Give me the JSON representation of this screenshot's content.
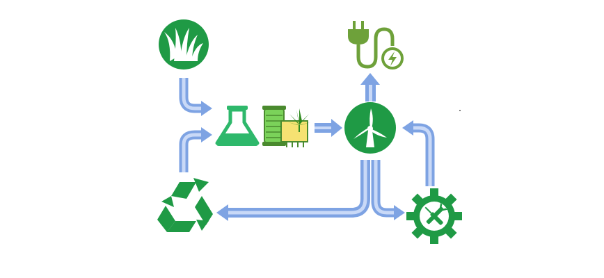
{
  "diagram": {
    "nodes": [
      {
        "id": "biomass",
        "icon": "grass-icon"
      },
      {
        "id": "processing",
        "icon": "flask-icon"
      },
      {
        "id": "fiber",
        "icon": "hemp-fiber-spool-icon"
      },
      {
        "id": "turbine",
        "icon": "wind-turbine-icon"
      },
      {
        "id": "electricity",
        "icon": "plug-lightning-icon"
      },
      {
        "id": "recycling",
        "icon": "recycle-icon"
      },
      {
        "id": "maintenance",
        "icon": "gear-tools-icon"
      }
    ],
    "edges": [
      {
        "from": "biomass",
        "to": "processing"
      },
      {
        "from": "recycling",
        "to": "processing"
      },
      {
        "from": "fiber",
        "to": "turbine"
      },
      {
        "from": "turbine",
        "to": "electricity"
      },
      {
        "from": "turbine",
        "to": "recycling"
      },
      {
        "from": "turbine",
        "to": "maintenance"
      },
      {
        "from": "maintenance",
        "to": "turbine"
      }
    ]
  },
  "colors": {
    "icon_green": "#1f9a45",
    "flask_green": "#2eb86b",
    "plug_green": "#6ea13a",
    "arrow_blue": "#7ea3e3",
    "arrow_light": "#b9cdf3",
    "fiber_green": "#7bd25a",
    "fiber_yellow": "#f6e272"
  }
}
